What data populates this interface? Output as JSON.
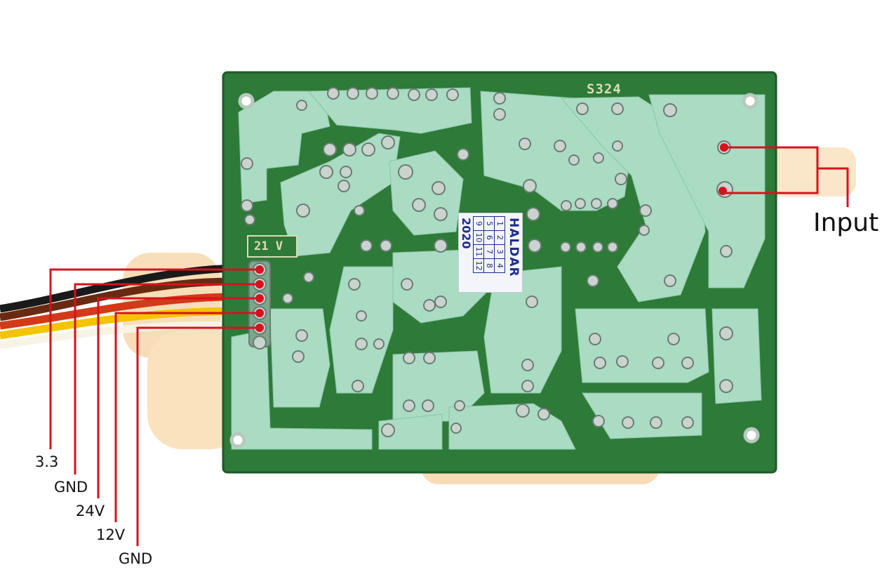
{
  "labels": {
    "wire_1": "3.3",
    "wire_2": "GND",
    "wire_3": "24V",
    "wire_4": "12V",
    "wire_5": "GND",
    "input": "Input"
  },
  "board": {
    "silkscreen_code": "S324",
    "silkscreen_voltage": "21 V",
    "sticker_brand": "HALDAR",
    "sticker_grid": [
      "1",
      "2",
      "3",
      "4",
      "5",
      "6",
      "7",
      "8",
      "9",
      "10",
      "11",
      "12"
    ],
    "sticker_year": "2020"
  },
  "colors": {
    "pcb": "#2f7d3a",
    "copper": "#a9dcc2",
    "annotation_line": "#d6121e",
    "backdrop": "#f5c98a"
  }
}
